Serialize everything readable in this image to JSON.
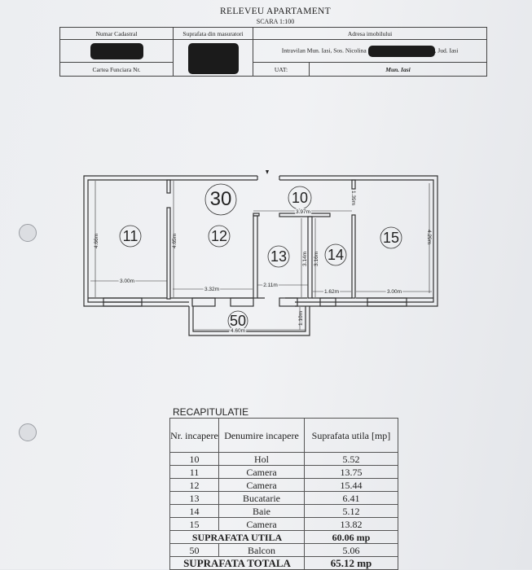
{
  "header": {
    "title": "RELEVEU APARTAMENT",
    "scale": "SCARA 1:100",
    "col_cadastral": "Numar Cadastral",
    "col_surface": "Suprafata din masuratori",
    "col_address": "Adresa imobilului",
    "address_prefix": "Intravilan Mun. Iasi, Sos. Nicolina",
    "address_suffix": ", Jud. Iasi",
    "carte_funciara": "Cartea Funciara Nr.",
    "uat_label": "UAT:",
    "uat_value": "Mun. Iasi"
  },
  "plan": {
    "rooms": {
      "r30": "30",
      "r10": "10",
      "r11": "11",
      "r12": "12",
      "r13": "13",
      "r14": "14",
      "r15": "15",
      "r50": "50"
    },
    "dims": {
      "d1": "4.66m",
      "d2": "3.00m",
      "d3": "4.65m",
      "d4": "3.32m",
      "d5": "3.97m",
      "d6": "1.39m",
      "d7": "3.14m",
      "d8": "3.16m",
      "d9": "2.11m",
      "d10": "1.62m",
      "d11": "3.00m",
      "d12": "4.29m",
      "d13": "4.60m",
      "d14": "1.10m"
    }
  },
  "recap": {
    "title": "RECAPITULATIE",
    "headers": {
      "nr": "Nr. incapere",
      "name": "Denumire incapere",
      "area": "Suprafata utila [mp]"
    },
    "rows": [
      {
        "nr": "10",
        "name": "Hol",
        "area": "5.52"
      },
      {
        "nr": "11",
        "name": "Camera",
        "area": "13.75"
      },
      {
        "nr": "12",
        "name": "Camera",
        "area": "15.44"
      },
      {
        "nr": "13",
        "name": "Bucatarie",
        "area": "6.41"
      },
      {
        "nr": "14",
        "name": "Baie",
        "area": "5.12"
      },
      {
        "nr": "15",
        "name": "Camera",
        "area": "13.82"
      }
    ],
    "useful_label": "SUPRAFATA UTILA",
    "useful_value": "60.06 mp",
    "balcony": {
      "nr": "50",
      "name": "Balcon",
      "area": "5.06"
    },
    "total_label": "SUPRAFATA TOTALA",
    "total_value": "65.12 mp"
  }
}
